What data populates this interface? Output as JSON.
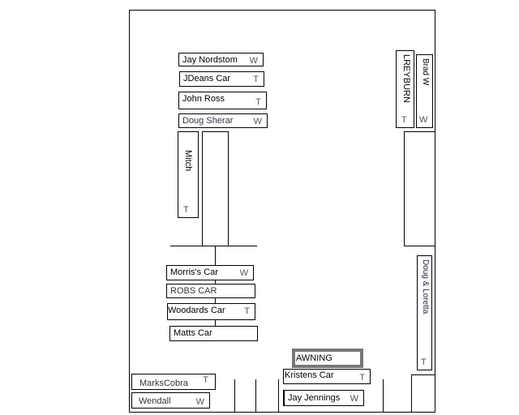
{
  "spots": [
    {
      "name": "Jay Nordstom",
      "tag": "W"
    },
    {
      "name": "JDeans Car",
      "tag": "T"
    },
    {
      "name": "John Ross",
      "tag": "T"
    },
    {
      "name": "Doug Sherar",
      "tag": "W"
    },
    {
      "name": "Mitch",
      "tag": "T"
    },
    {
      "name": "Morris's Car",
      "tag": "W"
    },
    {
      "name": "ROBS CAR",
      "tag": ""
    },
    {
      "name": "Woodards Car",
      "tag": "T"
    },
    {
      "name": "Matts Car",
      "tag": ""
    },
    {
      "name": "AWNING",
      "tag": ""
    },
    {
      "name": "Kristens Car",
      "tag": "T"
    },
    {
      "name": "Jay Jennings",
      "tag": "W"
    },
    {
      "name": "MarksCobra",
      "tag": "T"
    },
    {
      "name": "Wendall",
      "tag": "W"
    },
    {
      "name": "LREYBURN",
      "tag": "T"
    },
    {
      "name": "Brad W",
      "tag": "W"
    },
    {
      "name": "Doug & Loretta",
      "tag": "T"
    }
  ]
}
